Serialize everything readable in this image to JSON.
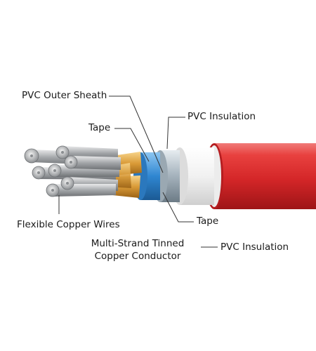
{
  "diagram": {
    "labels": {
      "pvc_outer_sheath": "PVC Outer Sheath",
      "tape_top": "Tape",
      "pvc_insulation_top": "PVC Insulation",
      "flexible_copper_wires": "Flexible Copper Wires",
      "tape_bottom": "Tape",
      "conductor_line1": "Multi-Strand Tinned",
      "conductor_line2": "Copper Conductor",
      "pvc_insulation_bottom": "PVC Insulation"
    },
    "colors": {
      "outer_sheath": "#d92a2c",
      "insulation": "#f2f2f2",
      "tape_metallic": "#b8c4cc",
      "inner_tape_blue": "#3a8fd6",
      "copper_wrap": "#e0a84a",
      "strands": "#a6a8ab",
      "leader_lines": "#333333"
    }
  }
}
